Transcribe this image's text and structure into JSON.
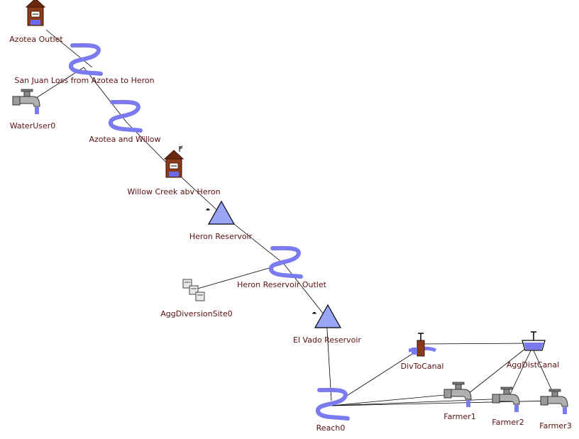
{
  "colors": {
    "background": "#ffffff",
    "label": "#5a1010",
    "link": "#000000",
    "reach": "#7b7bf0",
    "reservoir": "#9aa5f5",
    "gage": "#8b3a1a"
  },
  "nodes": {
    "azotea_outlet": {
      "label": "Azotea Outlet",
      "icon": "stream-gage-house-icon"
    },
    "sanjuan_loss": {
      "label": "San Juan Loss from Azotea to Heron",
      "icon": "reach-icon"
    },
    "wateruser0": {
      "label": "WaterUser0",
      "icon": "water-user-faucet-icon"
    },
    "azotea_willow": {
      "label": "Azotea and Willow",
      "icon": "reach-icon"
    },
    "willow_creek": {
      "label": "Willow Creek abv Heron",
      "icon": "stream-gage-house-icon"
    },
    "heron_reservoir": {
      "label": "Heron Reservoir",
      "icon": "reservoir-triangle-icon"
    },
    "heron_outlet": {
      "label": "Heron Reservoir Outlet",
      "icon": "reach-icon"
    },
    "aggdiv0": {
      "label": "AggDiversionSite0",
      "icon": "agg-diversion-icon"
    },
    "elvado": {
      "label": "El Vado Reservoir",
      "icon": "reservoir-triangle-icon"
    },
    "divtocanal": {
      "label": "DivToCanal",
      "icon": "diversion-gate-icon"
    },
    "aggdistcanal": {
      "label": "AggDistCanal",
      "icon": "canal-bucket-icon"
    },
    "reach0": {
      "label": "Reach0",
      "icon": "reach-icon"
    },
    "farmer1": {
      "label": "Farmer1",
      "icon": "water-user-faucet-icon"
    },
    "farmer2": {
      "label": "Farmer2",
      "icon": "water-user-faucet-icon"
    },
    "farmer3": {
      "label": "Farmer3",
      "icon": "water-user-faucet-icon"
    }
  }
}
